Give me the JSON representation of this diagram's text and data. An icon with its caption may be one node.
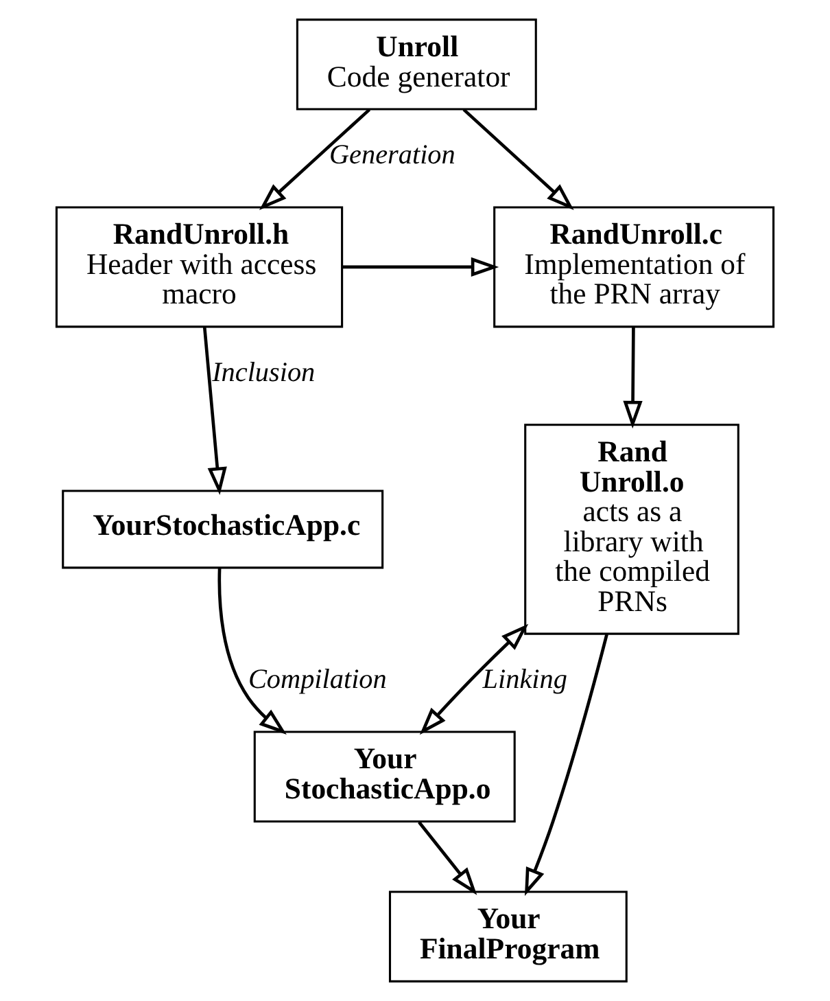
{
  "diagram": {
    "nodes": [
      {
        "text": [
          "Unroll",
          "Code generator"
        ]
      },
      {
        "text": [
          "RandUnroll.h",
          "Header with access macro"
        ]
      },
      {
        "text": [
          "RandUnroll.c",
          "Implementation of the PRN array"
        ]
      },
      {
        "text": [
          "YourStochasticApp.c"
        ]
      },
      {
        "text": [
          "Rand Unroll.o",
          "acts as a library with the compiled PRNs"
        ]
      },
      {
        "text": [
          "Your StochasticApp.o"
        ]
      },
      {
        "text": [
          "Your FinalProgram"
        ]
      }
    ],
    "edges": [
      {
        "from": 0,
        "to": 1,
        "arrow": "to",
        "label": "Generation"
      },
      {
        "from": 0,
        "to": 2,
        "arrow": "to"
      },
      {
        "from": 1,
        "to": 2,
        "arrow": "to"
      },
      {
        "from": 1,
        "to": 3,
        "arrow": "to",
        "label": "Inclusion"
      },
      {
        "from": 2,
        "to": 4,
        "arrow": "to"
      },
      {
        "from": 3,
        "to": 5,
        "arrow": "to",
        "label": "Compilation"
      },
      {
        "from": 5,
        "to": 4,
        "arrow": "both",
        "label": "Linking"
      },
      {
        "from": 5,
        "to": 6,
        "arrow": "to"
      },
      {
        "from": 4,
        "to": 6,
        "arrow": "to"
      }
    ]
  }
}
